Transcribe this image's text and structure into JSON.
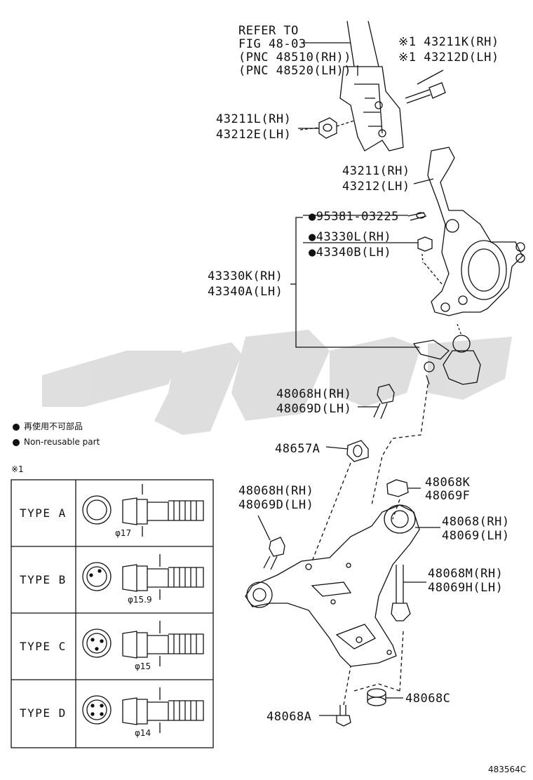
{
  "refer": {
    "line1": "REFER TO",
    "line2": "FIG 48-03",
    "line3": "(PNC 48510(RH))",
    "line4": "(PNC 48520(LH))"
  },
  "parts": {
    "bolt_top_rh": "※1 43211K(RH)",
    "bolt_top_lh": "※1 43212D(LH)",
    "nut_rh": "43211L(RH)",
    "nut_lh": "43212E(LH)",
    "knuckle_rh": "43211(RH)",
    "knuckle_lh": "43212(LH)",
    "cotter": "●95381-03225",
    "ball_nut_rh": "●43330L(RH)",
    "ball_nut_lh": "●43340B(LH)",
    "ball_joint_rh": "43330K(RH)",
    "ball_joint_lh": "43340A(LH)",
    "bolt_mid_rh": "48068H(RH)",
    "bolt_mid_lh": "48069D(LH)",
    "bracket": "48657A",
    "bolt_low_rh": "48068H(RH)",
    "bolt_low_lh": "48069D(LH)",
    "nut_k": "48068K",
    "nut_f": "48069F",
    "arm_rh": "48068(RH)",
    "arm_lh": "48069(LH)",
    "bolt_long_rh": "48068M(RH)",
    "bolt_long_lh": "48069H(LH)",
    "bush_c": "48068C",
    "bolt_a": "48068A"
  },
  "legend": {
    "jp": "再使用不可部品",
    "en": "Non-reusable part"
  },
  "types": {
    "mark": "※1",
    "rows": [
      {
        "label": "TYPE  A",
        "dia": "φ17"
      },
      {
        "label": "TYPE  B",
        "dia": "φ15.9"
      },
      {
        "label": "TYPE  C",
        "dia": "φ15"
      },
      {
        "label": "TYPE  D",
        "dia": "φ14"
      }
    ]
  },
  "figure_id": "483564C"
}
